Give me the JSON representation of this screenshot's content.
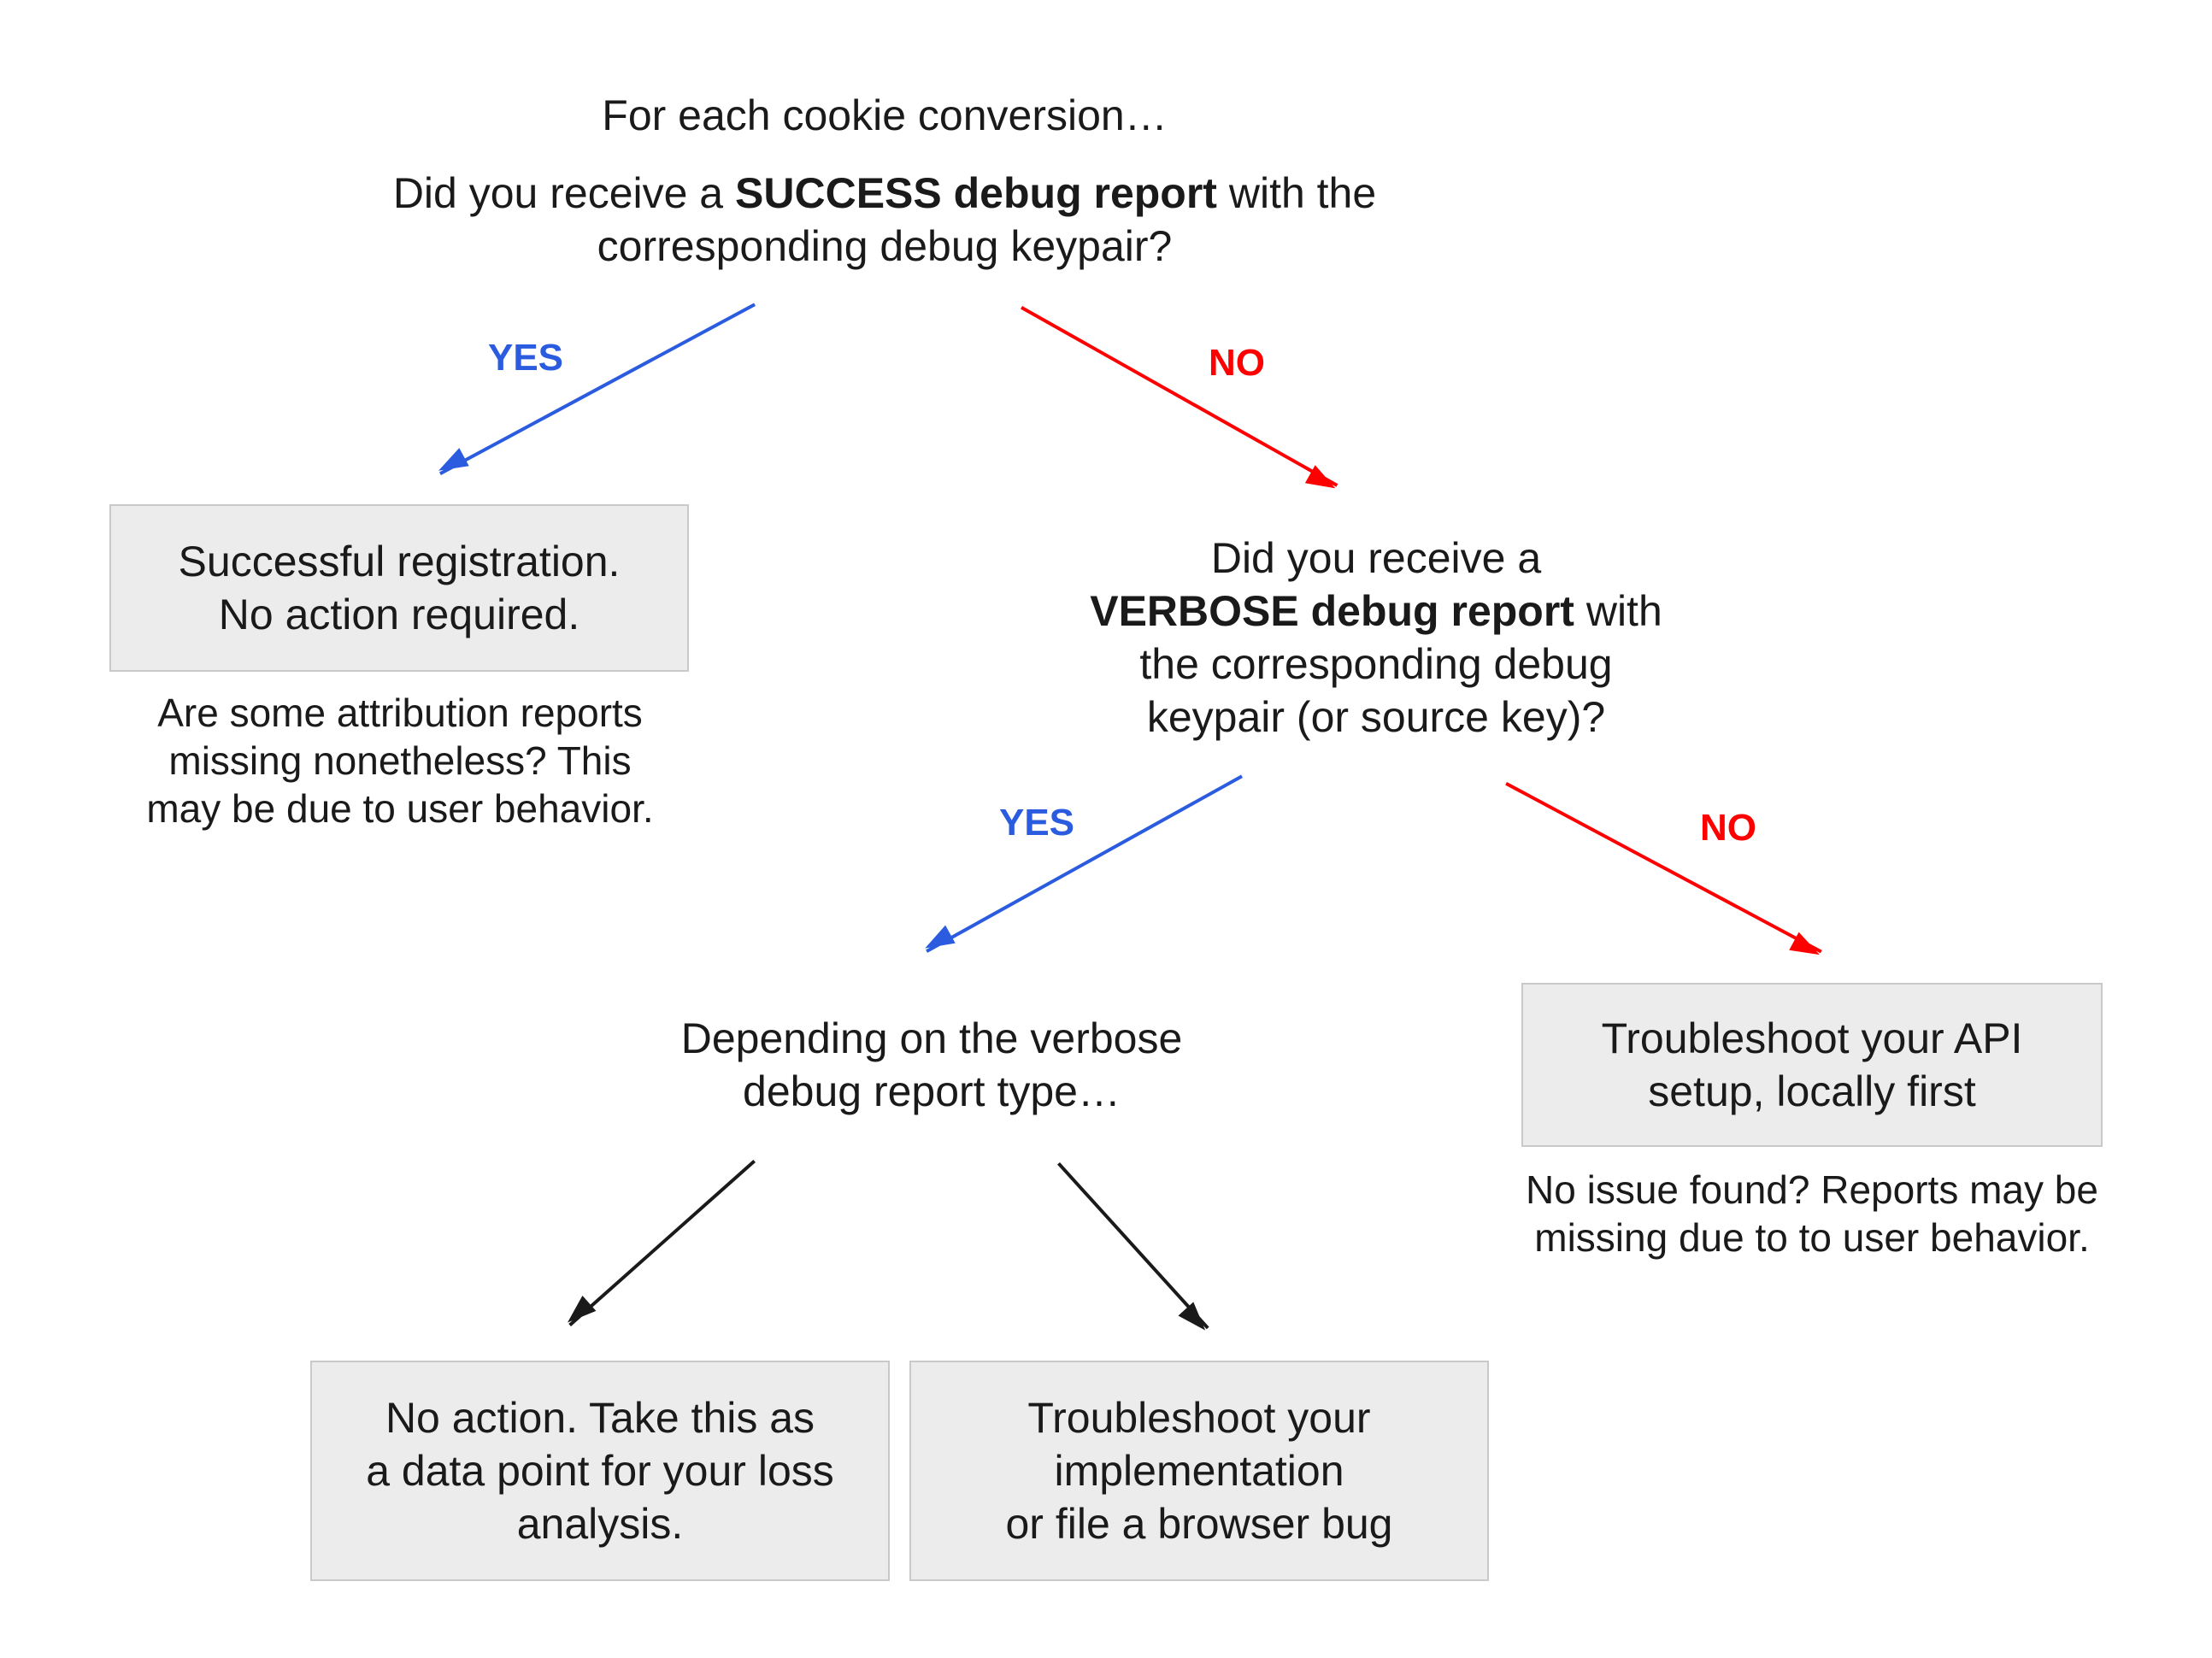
{
  "colors": {
    "yes": "#2b5ce0",
    "no": "#ff0000",
    "black": "#1a1a1a",
    "text": "#1a1a1a",
    "box_bg": "#ececec",
    "box_border": "#c9c9c9"
  },
  "flow": {
    "intro": "For each cookie conversion…",
    "root_question": {
      "pre": "Did you receive a ",
      "bold": "SUCCESS debug report",
      "post": " with the",
      "line2": "corresponding debug keypair?"
    },
    "labels": {
      "yes1": "YES",
      "no1": "NO",
      "yes2": "YES",
      "no2": "NO"
    },
    "success_box": {
      "line1": "Successful registration.",
      "line2": "No action required."
    },
    "success_note": [
      "Are some attribution reports",
      "missing nonetheless? This",
      "may be due to user behavior."
    ],
    "verbose_question": {
      "line1": "Did you receive a",
      "line2_bold": "VERBOSE debug report",
      "line2_post": " with",
      "line3": "the corresponding debug",
      "line4": "keypair (or source key)?"
    },
    "depending": {
      "line1": "Depending on the verbose",
      "line2": "debug report type…"
    },
    "api_box": {
      "line1": "Troubleshoot your API",
      "line2": "setup, locally first"
    },
    "api_note": [
      "No issue found? Reports may be",
      "missing due to to user behavior."
    ],
    "no_action_box": {
      "line1": "No action. Take this as",
      "line2": "a data point for your loss",
      "line3": "analysis."
    },
    "implementation_box": {
      "line1": "Troubleshoot your",
      "line2": "implementation",
      "line3": "or file a browser bug"
    }
  }
}
